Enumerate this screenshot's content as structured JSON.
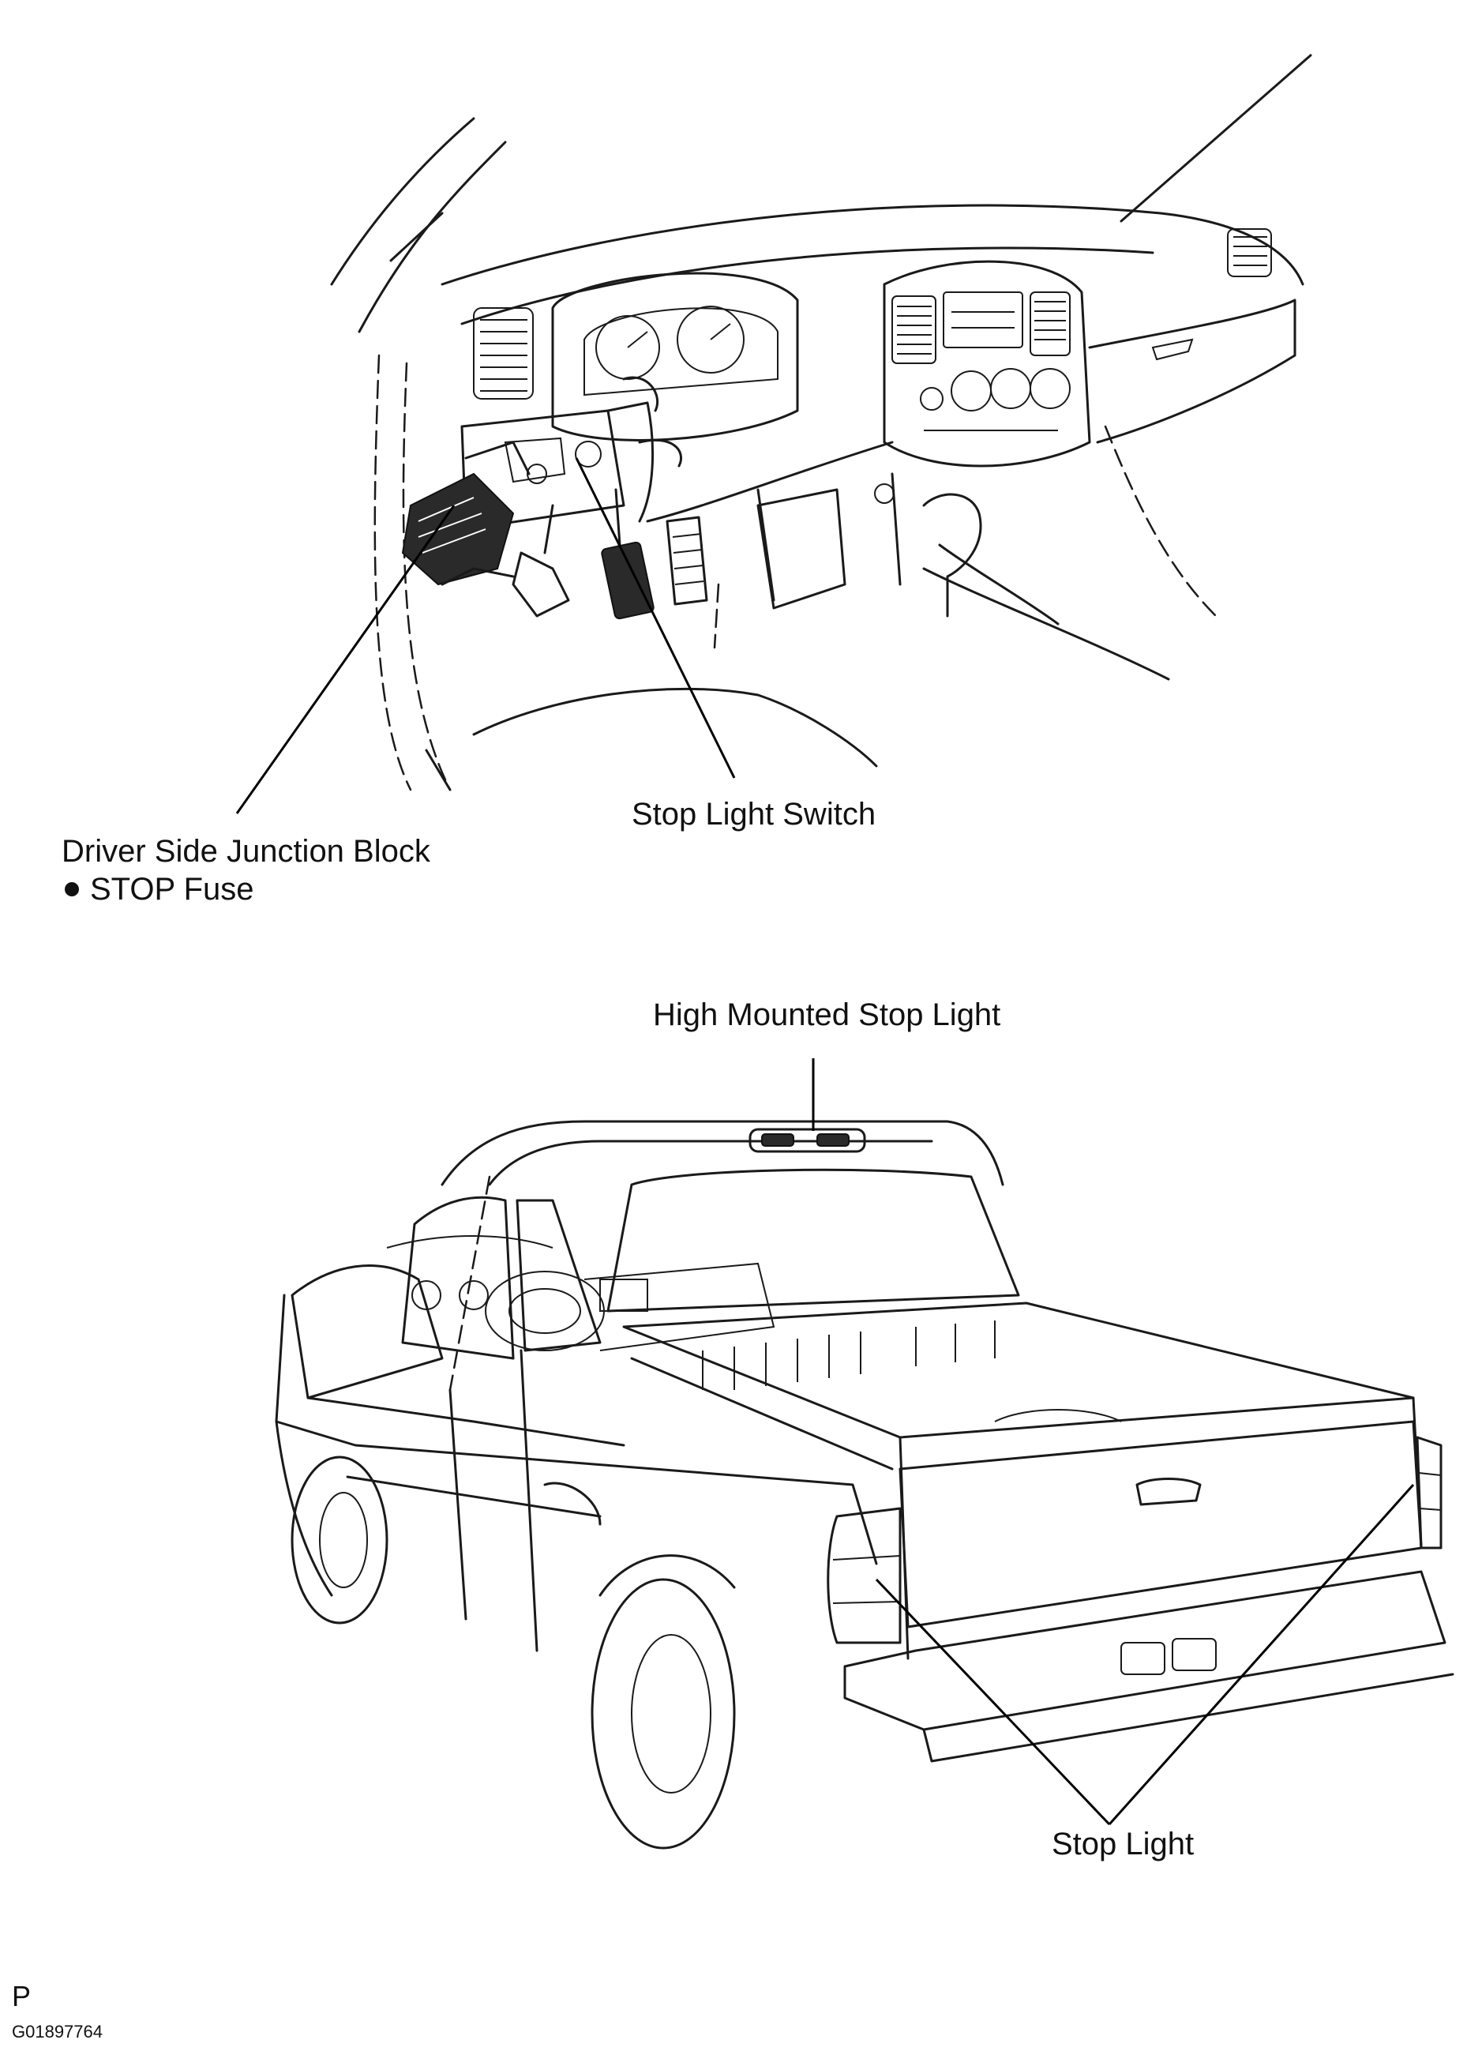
{
  "labels": {
    "stop_light_switch": "Stop Light Switch",
    "junction_block": "Driver Side Junction Block",
    "stop_fuse": "STOP Fuse",
    "high_mounted_stop_light": "High Mounted Stop Light",
    "stop_light": "Stop Light",
    "corner_letter": "P",
    "figure_code": "G01897764"
  },
  "icons": {
    "bullet": "bullet-dot-icon"
  },
  "colors": {
    "ink": "#111111",
    "background": "#ffffff"
  }
}
